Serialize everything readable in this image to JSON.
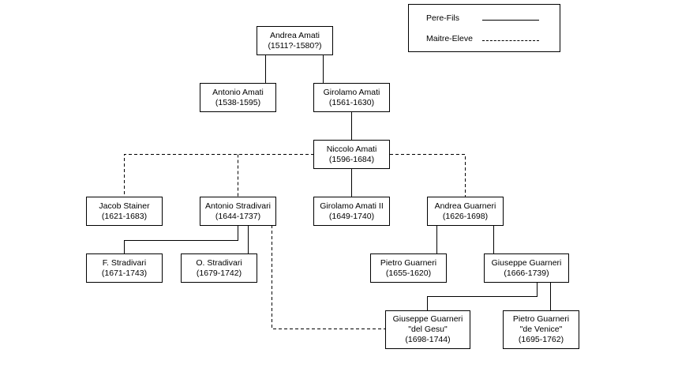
{
  "legend": {
    "parent_child_label": "Pere-Fils",
    "master_student_label": "Maitre-Eleve"
  },
  "nodes": {
    "andrea_amati": {
      "name": "Andrea Amati",
      "dates": "(1511?-1580?)"
    },
    "antonio_amati": {
      "name": "Antonio Amati",
      "dates": "(1538-1595)"
    },
    "girolamo_amati": {
      "name": "Girolamo Amati",
      "dates": "(1561-1630)"
    },
    "niccolo_amati": {
      "name": "Niccolo Amati",
      "dates": "(1596-1684)"
    },
    "jacob_stainer": {
      "name": "Jacob Stainer",
      "dates": "(1621-1683)"
    },
    "antonio_stradivari": {
      "name": "Antonio Stradivari",
      "dates": "(1644-1737)"
    },
    "girolamo_amati_ii": {
      "name": "Girolamo Amati II",
      "dates": "(1649-1740)"
    },
    "andrea_guarneri": {
      "name": "Andrea Guarneri",
      "dates": "(1626-1698)"
    },
    "f_stradivari": {
      "name": "F. Stradivari",
      "dates": "(1671-1743)"
    },
    "o_stradivari": {
      "name": "O. Stradivari",
      "dates": "(1679-1742)"
    },
    "pietro_guarneri": {
      "name": "Pietro Guarneri",
      "dates": "(1655-1620)"
    },
    "giuseppe_guarneri": {
      "name": "Giuseppe Guarneri",
      "dates": "(1666-1739)"
    },
    "giuseppe_guarneri_del_gesu": {
      "name": "Giuseppe Guarneri",
      "nickname": "\"del Gesu\"",
      "dates": "(1698-1744)"
    },
    "pietro_guarneri_de_venice": {
      "name": "Pietro Guarneri",
      "nickname": "\"de Venice\"",
      "dates": "(1695-1762)"
    }
  },
  "relations": [
    {
      "from": "Andrea Amati",
      "to": "Antonio Amati",
      "type": "Pere-Fils"
    },
    {
      "from": "Andrea Amati",
      "to": "Girolamo Amati",
      "type": "Pere-Fils"
    },
    {
      "from": "Girolamo Amati",
      "to": "Niccolo Amati",
      "type": "Pere-Fils"
    },
    {
      "from": "Niccolo Amati",
      "to": "Jacob Stainer",
      "type": "Maitre-Eleve"
    },
    {
      "from": "Niccolo Amati",
      "to": "Antonio Stradivari",
      "type": "Maitre-Eleve"
    },
    {
      "from": "Niccolo Amati",
      "to": "Girolamo Amati II",
      "type": "Pere-Fils"
    },
    {
      "from": "Niccolo Amati",
      "to": "Andrea Guarneri",
      "type": "Maitre-Eleve"
    },
    {
      "from": "Antonio Stradivari",
      "to": "F. Stradivari",
      "type": "Pere-Fils"
    },
    {
      "from": "Antonio Stradivari",
      "to": "O. Stradivari",
      "type": "Pere-Fils"
    },
    {
      "from": "Antonio Stradivari",
      "to": "Giuseppe Guarneri \"del Gesu\"",
      "type": "Maitre-Eleve"
    },
    {
      "from": "Andrea Guarneri",
      "to": "Pietro Guarneri",
      "type": "Pere-Fils"
    },
    {
      "from": "Andrea Guarneri",
      "to": "Giuseppe Guarneri",
      "type": "Pere-Fils"
    },
    {
      "from": "Giuseppe Guarneri",
      "to": "Giuseppe Guarneri \"del Gesu\"",
      "type": "Pere-Fils"
    },
    {
      "from": "Giuseppe Guarneri",
      "to": "Pietro Guarneri \"de Venice\"",
      "type": "Pere-Fils"
    }
  ]
}
